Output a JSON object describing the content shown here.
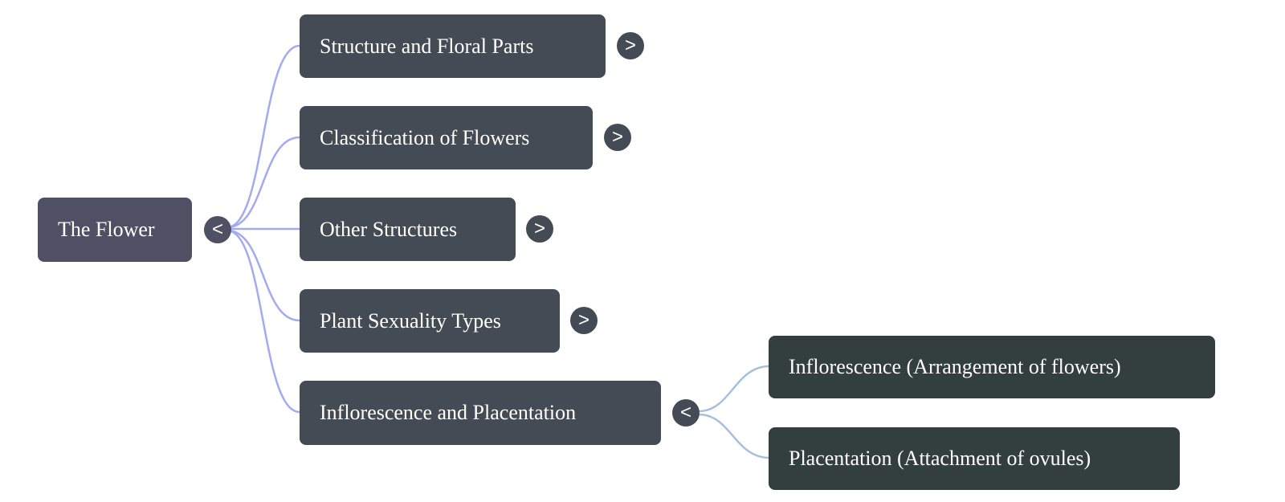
{
  "mindmap": {
    "root": {
      "label": "The Flower",
      "toggle": "<",
      "expanded": true
    },
    "children": [
      {
        "label": "Structure and Floral Parts",
        "toggle": ">",
        "expanded": false
      },
      {
        "label": "Classification of Flowers",
        "toggle": ">",
        "expanded": false
      },
      {
        "label": "Other Structures",
        "toggle": ">",
        "expanded": false
      },
      {
        "label": "Plant Sexuality Types",
        "toggle": ">",
        "expanded": false
      },
      {
        "label": "Inflorescence and Placentation",
        "toggle": "<",
        "expanded": true,
        "children": [
          {
            "label": "Inflorescence (Arrangement of flowers)"
          },
          {
            "label": "Placentation (Attachment of ovules)"
          }
        ]
      }
    ]
  },
  "colors": {
    "root_node": "#4f5064",
    "level1_node": "#454b55",
    "level2_node": "#323f3c",
    "root_links": "#a3aaf0",
    "level2_links": "#a7bfdc",
    "text": "#ffffff"
  }
}
